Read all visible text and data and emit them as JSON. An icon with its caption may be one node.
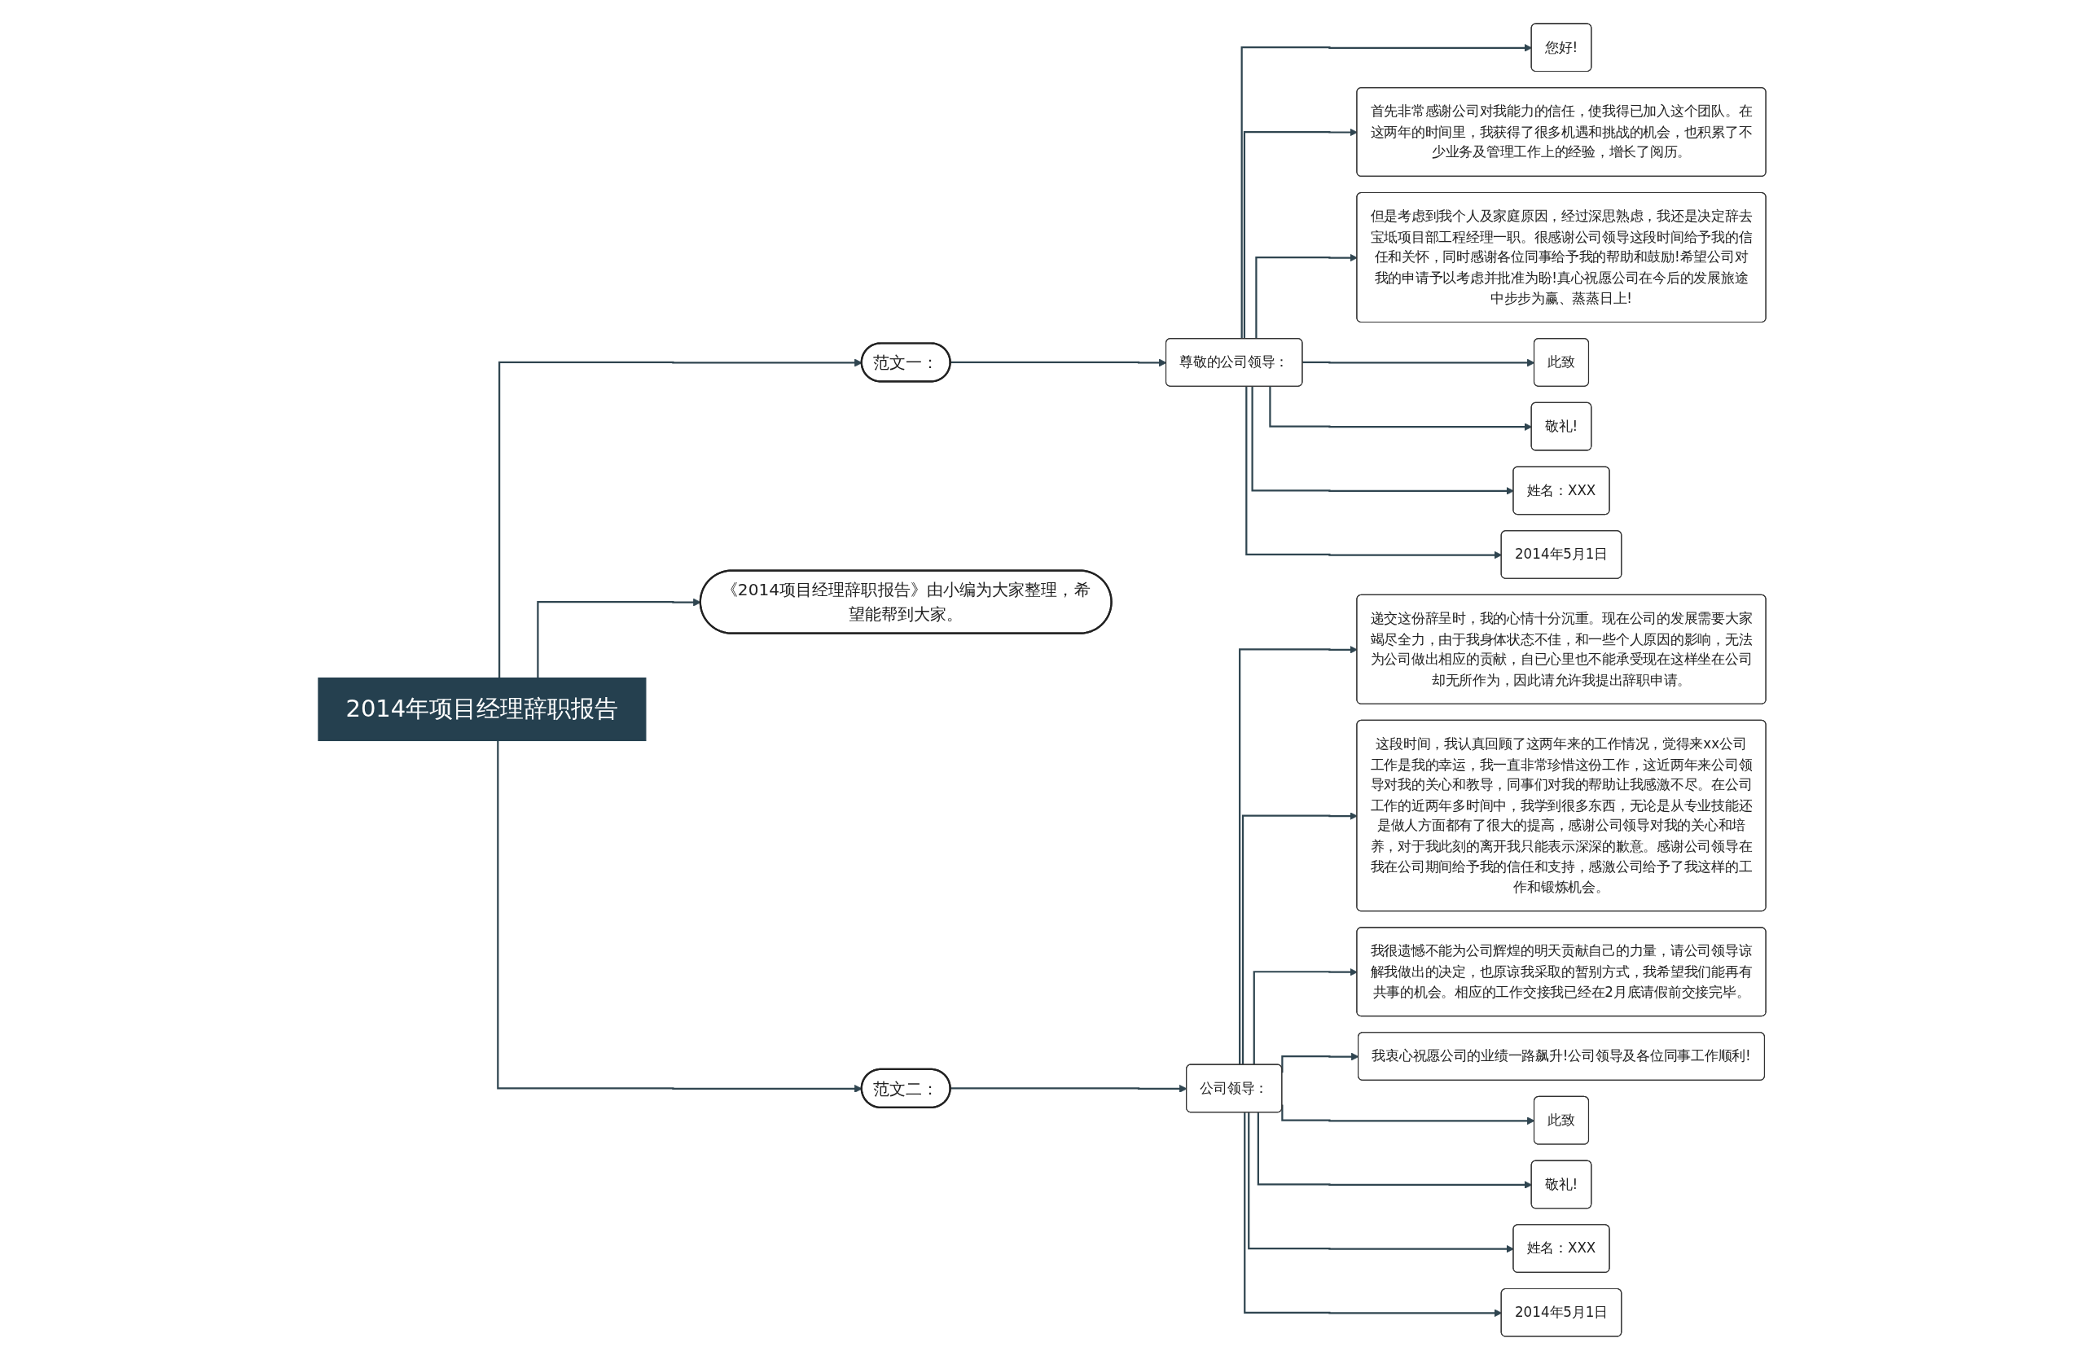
{
  "diagram": {
    "nodes": [
      {
        "text": [
          "2014年项目经理辞职报告"
        ]
      },
      {
        "text": [
          "范文一："
        ]
      },
      {
        "text": [
          "尊敬的公司领导："
        ]
      },
      {
        "text": [
          "您好!"
        ]
      },
      {
        "text": [
          "首先非常感谢公司对我能力的信任，使我得已加入这个团队。在这两年的时间里，我获得了很多机遇和挑战的机会，也积累了不少业务及管理工作上的经验，增长了阅历。"
        ]
      },
      {
        "text": [
          "但是考虑到我个人及家庭原因，经过深思熟虑，我还是决定辞去宝坻项目部工程经理一职。很感谢公司领导这段时间给予我的信任和关怀，同时感谢各位同事给予我的帮助和鼓励!希望公司对我的申请予以考虑并批准为盼!真心祝愿公司在今后的发展旅途中步步为赢、蒸蒸日上!"
        ]
      },
      {
        "text": [
          "此致"
        ]
      },
      {
        "text": [
          "敬礼!"
        ]
      },
      {
        "text": [
          "姓名：XXX"
        ]
      },
      {
        "text": [
          "2014年5月1日"
        ]
      },
      {
        "text": [
          "《2014项目经理辞职报告》由小编为大家整理，希望能帮到大家。"
        ]
      },
      {
        "text": [
          "范文二："
        ]
      },
      {
        "text": [
          "公司领导："
        ]
      },
      {
        "text": [
          "递交这份辞呈时，我的心情十分沉重。现在公司的发展需要大家竭尽全力，由于我身体状态不佳，和一些个人原因的影响，无法为公司做出相应的贡献，自已心里也不能承受现在这样坐在公司却无所作为，因此请允许我提出辞职申请。"
        ]
      },
      {
        "text": [
          "这段时间，我认真回顾了这两年来的工作情况，觉得来xx公司工作是我的幸运，我一直非常珍惜这份工作，这近两年来公司领导对我的关心和教导，同事们对我的帮助让我感激不尽。在公司工作的近两年多时间中，我学到很多东西，无论是从专业技能还是做人方面都有了很大的提高，感谢公司领导对我的关心和培养，对于我此刻的离开我只能表示深深的歉意。感谢公司领导在我在公司期间给予我的信任和支持，感激公司给予了我这样的工作和锻炼机会。"
        ]
      },
      {
        "text": [
          "我很遗憾不能为公司辉煌的明天贡献自己的力量，请公司领导谅解我做出的决定，也原谅我采取的暂别方式，我希望我们能再有共事的机会。相应的工作交接我已经在2月底请假前交接完毕。"
        ]
      },
      {
        "text": [
          "我衷心祝愿公司的业绩一路飙升!公司领导及各位同事工作顺利!"
        ]
      },
      {
        "text": [
          "此致"
        ]
      },
      {
        "text": [
          "敬礼!"
        ]
      },
      {
        "text": [
          "姓名：XXX"
        ]
      },
      {
        "text": [
          "2014年5月1日"
        ]
      }
    ],
    "edges": [
      {
        "from": 0,
        "to": 1,
        "arrow": "to"
      },
      {
        "from": 1,
        "to": 2,
        "arrow": "to"
      },
      {
        "from": 2,
        "to": 3,
        "arrow": "to"
      },
      {
        "from": 2,
        "to": 4,
        "arrow": "to"
      },
      {
        "from": 2,
        "to": 5,
        "arrow": "to"
      },
      {
        "from": 2,
        "to": 6,
        "arrow": "to"
      },
      {
        "from": 2,
        "to": 7,
        "arrow": "to"
      },
      {
        "from": 2,
        "to": 8,
        "arrow": "to"
      },
      {
        "from": 2,
        "to": 9,
        "arrow": "to"
      },
      {
        "from": 0,
        "to": 10,
        "arrow": "to"
      },
      {
        "from": 0,
        "to": 11,
        "arrow": "to"
      },
      {
        "from": 11,
        "to": 12,
        "arrow": "to"
      },
      {
        "from": 12,
        "to": 13,
        "arrow": "to"
      },
      {
        "from": 12,
        "to": 14,
        "arrow": "to"
      },
      {
        "from": 12,
        "to": 15,
        "arrow": "to"
      },
      {
        "from": 12,
        "to": 16,
        "arrow": "to"
      },
      {
        "from": 12,
        "to": 17,
        "arrow": "to"
      },
      {
        "from": 12,
        "to": 18,
        "arrow": "to"
      },
      {
        "from": 12,
        "to": 19,
        "arrow": "to"
      },
      {
        "from": 12,
        "to": 20,
        "arrow": "to"
      }
    ]
  }
}
